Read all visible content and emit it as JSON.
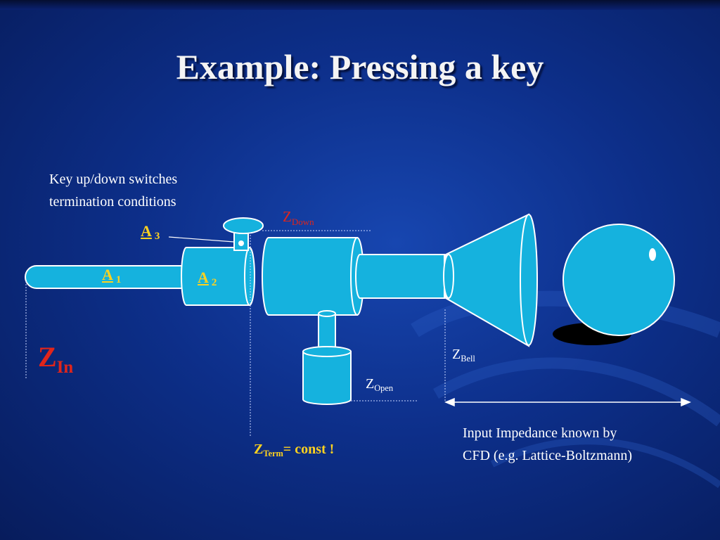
{
  "slide": {
    "title": "Example: Pressing a key",
    "note_key": {
      "line1": "Key up/down switches",
      "line2": "termination conditions"
    },
    "note_cfd": {
      "line1": "Input Impedance known by",
      "line2": "CFD (e.g. Lattice-Boltzmann)"
    },
    "labels": {
      "z_down": {
        "main": "Z",
        "sub": "Down"
      },
      "z_in": {
        "main": "Z",
        "sub": "In"
      },
      "z_bell": {
        "main": "Z",
        "sub": "Bell"
      },
      "z_open": {
        "main": "Z",
        "sub": "Open"
      },
      "z_term": {
        "main": "Z",
        "sub": "Term",
        "suffix": "= const !"
      },
      "a1": {
        "main": "A",
        "index": "1"
      },
      "a2": {
        "main": "A",
        "index": "2"
      },
      "a3": {
        "main": "A",
        "index": "3"
      }
    },
    "colors": {
      "instrument_fill": "#15b2de",
      "instrument_stroke": "#ffffff",
      "label_red": "#e1251b",
      "label_yellow": "#ffd21f"
    }
  }
}
